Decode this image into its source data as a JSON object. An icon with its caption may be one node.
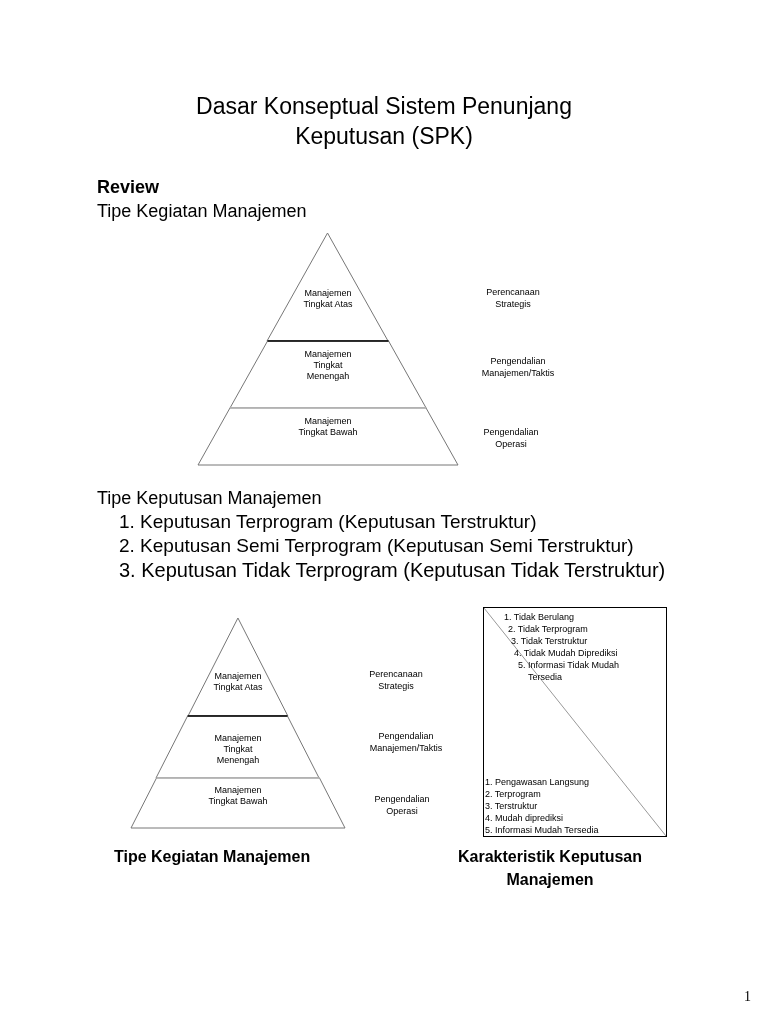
{
  "diagram": {
    "title": "Dasar Konseptual Sistem Penunjang Keputusan (SPK)",
    "nodes": [
      {
        "text": [
          "Manajemen Tingkat Atas"
        ]
      },
      {
        "text": [
          "Manajemen Tingkat Menengah"
        ]
      },
      {
        "text": [
          "Manajemen Tingkat Bawah"
        ]
      },
      {
        "text": [
          "Manajemen Tingkat Atas"
        ]
      },
      {
        "text": [
          "Manajemen Tingkat Menengah"
        ]
      },
      {
        "text": [
          "Manajemen Tingkat Bawah"
        ]
      },
      {
        "text": [
          "1. Tidak Berulang",
          "2. Tidak Terprogram",
          "3. Tidak Terstruktur",
          "4. Tidak Mudah Diprediksi",
          "5. Informasi Tidak Mudah Tersedia",
          "1. Pengawasan Langsung",
          "2. Terprogram",
          "3. Terstruktur",
          "4. Mudah diprediksi",
          "5. Informasi Mudah Tersedia"
        ]
      }
    ],
    "edges": [],
    "labels": [
      "Review",
      "Tipe Kegiatan Manajemen",
      "Perencanaan Strategis",
      "Pengendalian Manajemen/Taktis",
      "Pengendalian Operasi",
      "Tipe Keputusan Manajemen",
      "1. Keputusan Terprogram (Keputusan Terstruktur)",
      "2. Keputusan Semi Terprogram (Keputusan Semi Terstruktur)",
      "3. Keputusan Tidak Terprogram (Keputusan Tidak Terstruktur)",
      "Perencanaan Strategis",
      "Pengendalian Manajemen/Taktis",
      "Pengendalian Operasi",
      "Tipe Kegiatan Manajemen",
      "Karakteristik Keputusan Manajemen",
      "1"
    ]
  }
}
